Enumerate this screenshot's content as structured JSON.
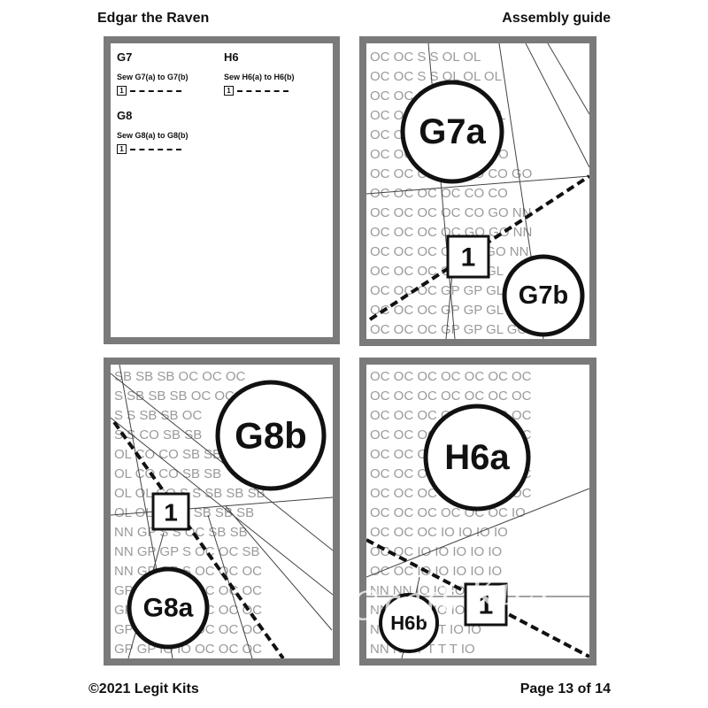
{
  "header": {
    "title": "Edgar the Raven",
    "section": "Assembly guide"
  },
  "footer": {
    "copyright": "©2021 Legit Kits",
    "page": "Page 13 of 14"
  },
  "instructions": [
    {
      "code": "G7",
      "text": "Sew G7(a) to G7(b)",
      "step": "1"
    },
    {
      "code": "H6",
      "text": "Sew H6(a) to H6(b)",
      "step": "1"
    },
    {
      "code": "G8",
      "text": "Sew G8(a) to G8(b)",
      "step": "1"
    }
  ],
  "diagrams": [
    {
      "pieces": [
        "G7a",
        "G7b"
      ],
      "step": "1",
      "codes": [
        "OC",
        "OL",
        "S",
        "CO",
        "NN",
        "GO",
        "GP",
        "GL"
      ]
    },
    {
      "pieces": [
        "G8b",
        "G8a"
      ],
      "step": "1",
      "codes": [
        "SB",
        "OC",
        "S",
        "CO",
        "OL",
        "NN",
        "GP",
        "IO"
      ]
    },
    {
      "pieces": [
        "H6a",
        "H6b"
      ],
      "step": "1",
      "codes": [
        "OC",
        "IO",
        "NN",
        "T"
      ]
    }
  ],
  "colors": {
    "frame": "#7a7a7a",
    "pattern_text": "#9a9a9a",
    "ink": "#111111"
  }
}
